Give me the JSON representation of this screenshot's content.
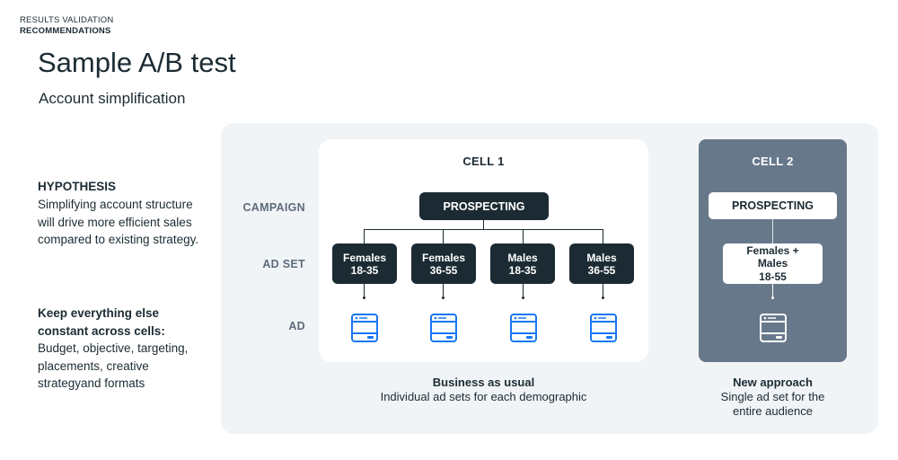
{
  "header": {
    "eyebrow_line1": "RESULTS VALIDATION",
    "eyebrow_line2": "RECOMMENDATIONS",
    "title": "Sample A/B test",
    "subtitle": "Account simplification"
  },
  "left": {
    "hypothesis_heading": "HYPOTHESIS",
    "hypothesis_body": "Simplifying account structure will drive more efficient sales compared to existing strategy.",
    "keep_heading": "Keep everything else constant across cells:",
    "keep_body": "Budget, objective, targeting, placements, creative strategyand formats"
  },
  "row_labels": {
    "campaign": "CAMPAIGN",
    "ad_set": "AD SET",
    "ad": "AD"
  },
  "cell1": {
    "title": "CELL 1",
    "campaign": "PROSPECTING",
    "ad_sets": [
      {
        "line1": "Females",
        "line2": "18-35"
      },
      {
        "line1": "Females",
        "line2": "36-55"
      },
      {
        "line1": "Males",
        "line2": "18-35"
      },
      {
        "line1": "Males",
        "line2": "36-55"
      }
    ],
    "caption_bold": "Business as usual",
    "caption": "Individual ad sets for each demographic"
  },
  "cell2": {
    "title": "CELL 2",
    "campaign": "PROSPECTING",
    "ad_set": {
      "line1": "Females +",
      "line2": "Males",
      "line3": "18-55"
    },
    "caption_bold": "New approach",
    "caption_line1": "Single ad set for the",
    "caption_line2": "entire audience"
  },
  "colors": {
    "dark": "#1c2b33",
    "panel": "#f1f4f7",
    "cell2_bg": "#67788a",
    "ad_icon": "#1877f2",
    "row_label": "#5f6b7a"
  },
  "icons": {
    "ad": "ad-window-icon"
  }
}
